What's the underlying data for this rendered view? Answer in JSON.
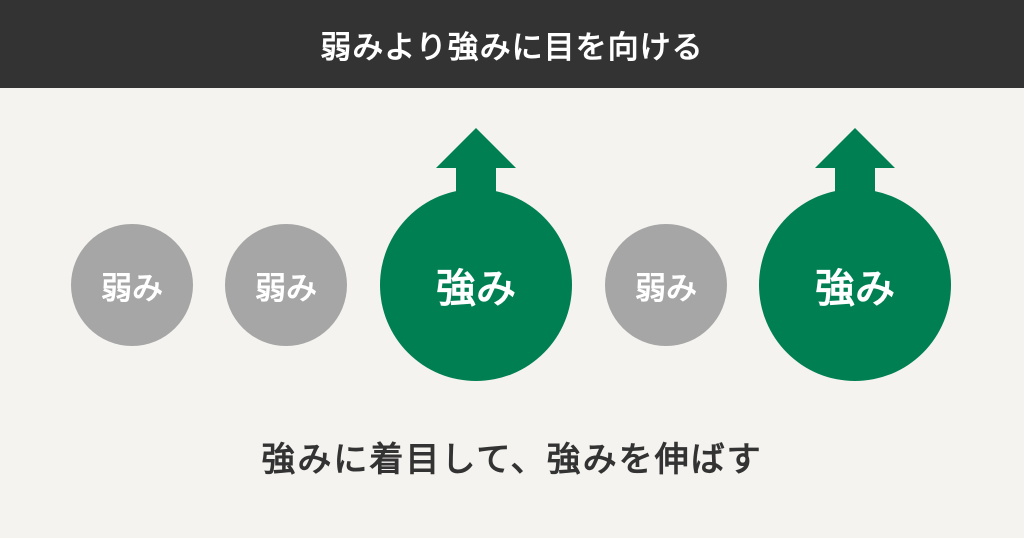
{
  "header": {
    "title": "弱みより強みに目を向ける",
    "background": "#333333",
    "text_color": "#ffffff"
  },
  "colors": {
    "background": "#f4f3ef",
    "weak": "#a6a6a6",
    "strong": "#007f53",
    "text": "#333333"
  },
  "diagram": {
    "items": [
      {
        "label": "弱み",
        "type": "weak",
        "has_arrow": false
      },
      {
        "label": "弱み",
        "type": "weak",
        "has_arrow": false
      },
      {
        "label": "強み",
        "type": "strong",
        "has_arrow": true,
        "arrow_icon": "up-arrow-icon"
      },
      {
        "label": "弱み",
        "type": "weak",
        "has_arrow": false
      },
      {
        "label": "強み",
        "type": "strong",
        "has_arrow": true,
        "arrow_icon": "up-arrow-icon"
      }
    ]
  },
  "caption": "強みに着目して、強みを伸ばす"
}
